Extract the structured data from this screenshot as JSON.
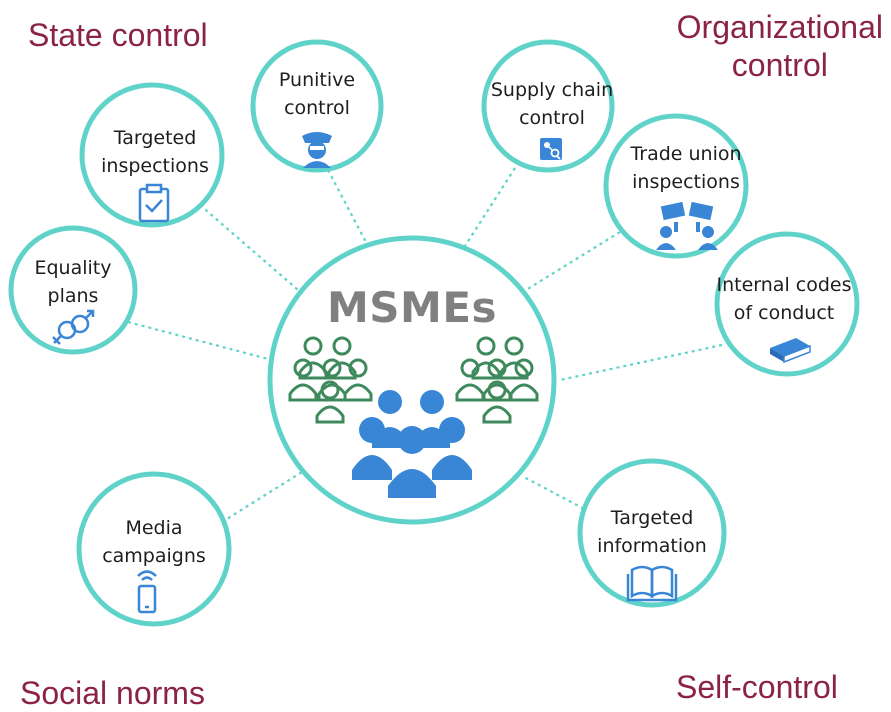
{
  "center": {
    "label": "MSMEs"
  },
  "corners": {
    "state_control": "State control",
    "organizational_control": [
      "Organizational",
      "control"
    ],
    "social_norms": "Social norms",
    "self_control": "Self-control"
  },
  "nodes": {
    "punitive_control": [
      "Punitive",
      "control"
    ],
    "supply_chain_control": [
      "Supply chain",
      "control"
    ],
    "targeted_inspections": [
      "Targeted",
      "inspections"
    ],
    "trade_union_inspections": [
      "Trade union",
      "inspections"
    ],
    "equality_plans": [
      "Equality",
      "plans"
    ],
    "internal_codes": [
      "Internal codes",
      "of conduct"
    ],
    "media_campaigns": [
      "Media",
      "campaigns"
    ],
    "targeted_information": [
      "Targeted",
      "information"
    ]
  },
  "colors": {
    "circle_stroke": "#5fd3c9",
    "corner_text": "#8b2346",
    "icon_blue": "#3a86d6",
    "people_green": "#3f8a5c",
    "center_text": "#808080"
  },
  "icons": {
    "targeted_inspections": "clipboard-check-icon",
    "punitive_control": "police-officer-icon",
    "supply_chain_control": "network-search-icon",
    "trade_union_inspections": "union-workers-icon",
    "equality_plans": "gender-symbols-icon",
    "internal_codes": "book-icon",
    "media_campaigns": "mobile-broadcast-icon",
    "targeted_information": "open-book-icon",
    "center": "people-group-icon"
  }
}
